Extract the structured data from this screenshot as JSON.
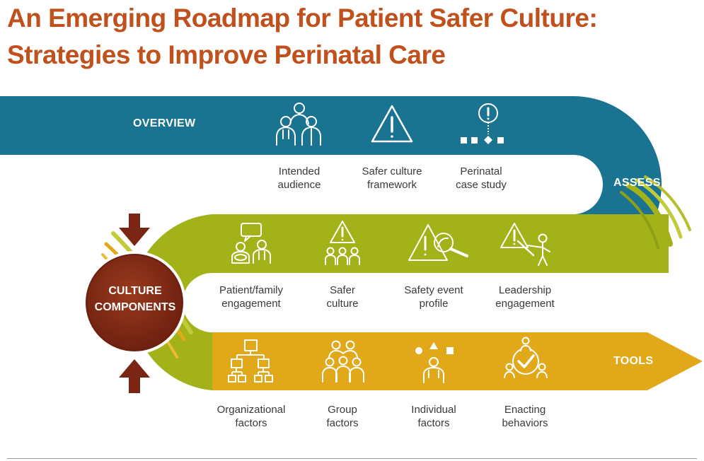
{
  "title": {
    "line1": "An Emerging Roadmap for Patient Safer Culture:",
    "line2": "Strategies to Improve Perinatal Care"
  },
  "sections": {
    "overview": "OVERVIEW",
    "assess": "ASSESS",
    "tools": "TOOLS"
  },
  "center": {
    "line1": "CULTURE",
    "line2": "COMPONENTS"
  },
  "overview_items": [
    {
      "line1": "Intended",
      "line2": "audience",
      "icon": "healthcare-team-icon"
    },
    {
      "line1": "Safer culture",
      "line2": "framework",
      "icon": "warning-triangle-icon"
    },
    {
      "line1": "Perinatal",
      "line2": "case study",
      "icon": "flowchart-alert-icon"
    }
  ],
  "assess_items": [
    {
      "line1": "Patient/family",
      "line2": "engagement",
      "icon": "patient-family-chat-icon"
    },
    {
      "line1": "Safer",
      "line2": "culture",
      "icon": "warning-group-icon"
    },
    {
      "line1": "Safety event",
      "line2": "profile",
      "icon": "warning-magnifier-icon"
    },
    {
      "line1": "Leadership",
      "line2": "engagement",
      "icon": "presenter-warning-icon"
    }
  ],
  "tools_items": [
    {
      "line1": "Organizational",
      "line2": "factors",
      "icon": "org-chart-icon"
    },
    {
      "line1": "Group",
      "line2": "factors",
      "icon": "group-people-icon"
    },
    {
      "line1": "Individual",
      "line2": "factors",
      "icon": "individual-shapes-icon"
    },
    {
      "line1": "Enacting",
      "line2": "behaviors",
      "icon": "team-check-icon"
    }
  ],
  "colors": {
    "title": "#c0501c",
    "overview_band": "#1a7391",
    "assess_band": "#a3b219",
    "tools_band": "#e1a91a",
    "center_circle": "#7b2614",
    "arrows": "#7b2614"
  }
}
